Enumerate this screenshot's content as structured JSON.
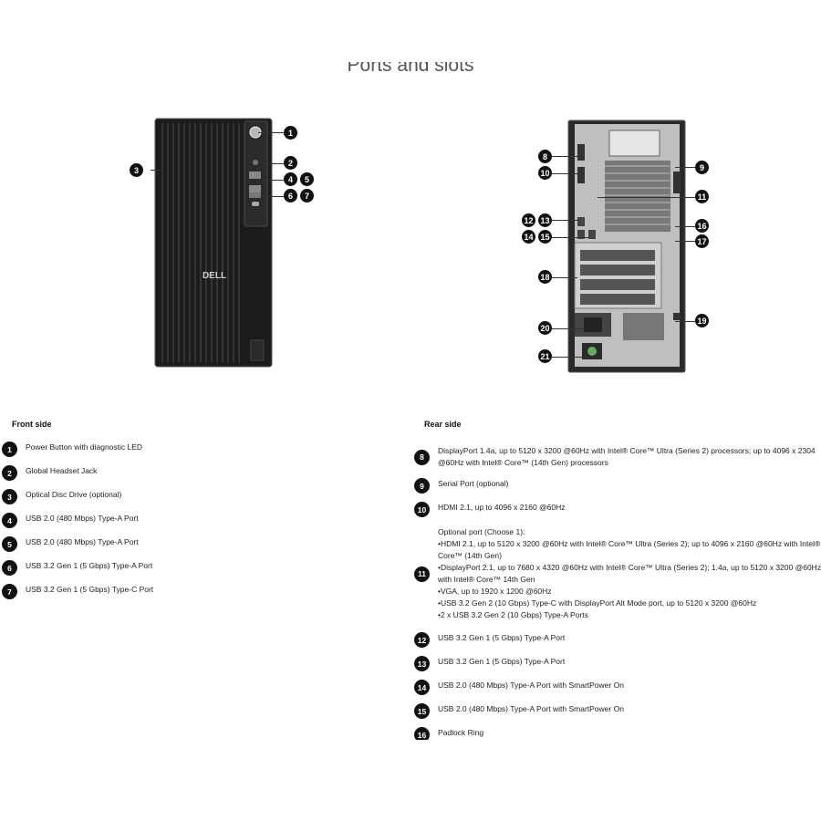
{
  "title": "Ports and slots",
  "front_label_brand": "DELL",
  "front_callouts": [
    "1",
    "2",
    "3",
    "4",
    "5",
    "6",
    "7"
  ],
  "rear_callouts": [
    "8",
    "9",
    "10",
    "11",
    "12",
    "13",
    "14",
    "15",
    "16",
    "17",
    "18",
    "19",
    "20",
    "21"
  ],
  "front_side": {
    "heading": "Front side",
    "items": [
      {
        "num": "1",
        "text": "Power Button with diagnostic LED"
      },
      {
        "num": "2",
        "text": "Global Headset Jack"
      },
      {
        "num": "3",
        "text": "Optical Disc Drive (optional)"
      },
      {
        "num": "4",
        "text": "USB 2.0 (480 Mbps) Type-A Port"
      },
      {
        "num": "5",
        "text": "USB 2.0 (480 Mbps) Type-A Port"
      },
      {
        "num": "6",
        "text": "USB 3.2 Gen 1 (5 Gbps) Type-A Port"
      },
      {
        "num": "7",
        "text": "USB 3.2 Gen 1 (5 Gbps) Type-C Port"
      }
    ]
  },
  "rear_side": {
    "heading": "Rear side",
    "items": [
      {
        "num": "8",
        "lines": [
          "DisplayPort 1.4a, up to 5120 x 3200 @60Hz with Intel® Core™ Ultra (Series 2) processors; up to 4096 x 2304",
          "@60Hz with Intel® Core™ (14th Gen) processors"
        ]
      },
      {
        "num": "9",
        "lines": [
          "Serial Port (optional)"
        ]
      },
      {
        "num": "10",
        "lines": [
          "HDMI 2.1, up to 4096 x 2160 @60Hz"
        ]
      },
      {
        "num": "11",
        "lines": [
          "Optional port (Choose 1):",
          "•HDMI 2.1, up to 5120 x 3200 @60Hz with Intel® Core™ Ultra (Series 2); up to 4096 x 2160 @60Hz with Intel®",
          "Core™ (14th Gen)",
          "•DisplayPort 2.1, up to 7680 x 4320 @60Hz with Intel® Core™ Ultra (Series 2); 1.4a, up to 5120 x 3200 @60Hz",
          "with Intel® Core™ 14th Gen",
          "•VGA, up to 1920 x 1200 @60Hz",
          "•USB 3.2 Gen 2 (10 Gbps) Type-C with DisplayPort Alt Mode port, up to 5120 x 3200 @60Hz",
          "•2 x USB 3.2 Gen 2 (10 Gbps) Type-A Ports"
        ]
      },
      {
        "num": "12",
        "lines": [
          "USB 3.2 Gen 1 (5 Gbps) Type-A Port"
        ]
      },
      {
        "num": "13",
        "lines": [
          "USB 3.2 Gen 1 (5 Gbps) Type-A Port"
        ]
      },
      {
        "num": "14",
        "lines": [
          "USB 2.0 (480 Mbps) Type-A Port with SmartPower On"
        ]
      },
      {
        "num": "15",
        "lines": [
          "USB 2.0 (480 Mbps) Type-A Port with SmartPower On"
        ]
      },
      {
        "num": "16",
        "lines": [
          "Padlock Ring"
        ]
      }
    ]
  }
}
